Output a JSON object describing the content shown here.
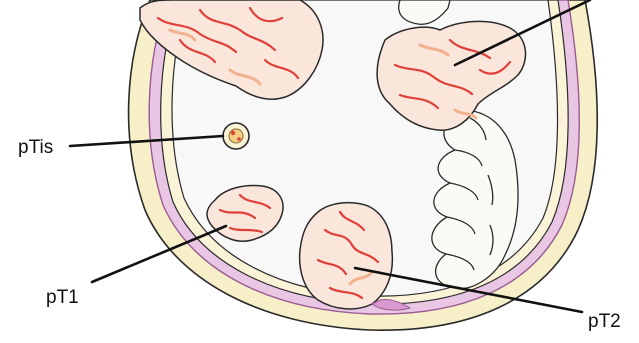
{
  "diagram": {
    "labels": {
      "ptis": "pTis",
      "pt1": "pT1",
      "pt2": "pT2"
    },
    "colors": {
      "outer_band": "#f6efc8",
      "outline": "#2a2a2a",
      "muscle_layer": "#c98ac0",
      "muscle_fill": "#e9c6e4",
      "lumen": "#f8f8f8",
      "tumor_fill": "#fbe6dc",
      "tumor_vessels": "#e0403a",
      "tumor_tint": "#f3b28e",
      "leader_line": "#111111"
    }
  }
}
